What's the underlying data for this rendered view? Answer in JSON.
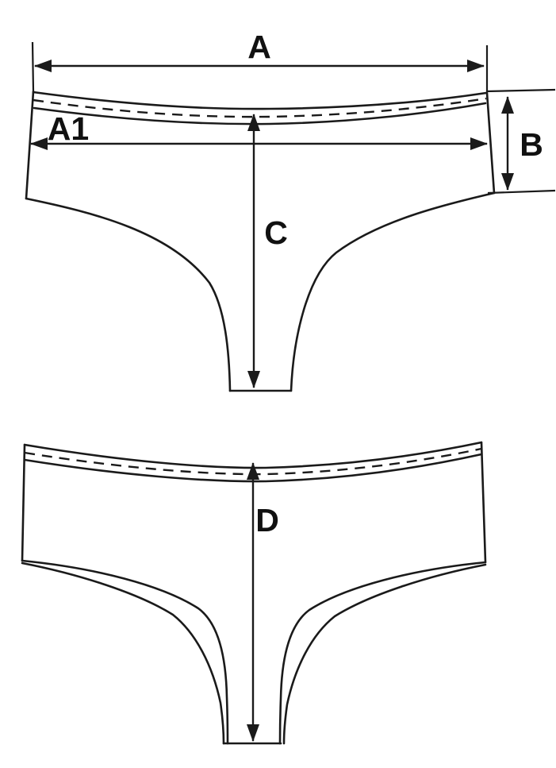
{
  "diagram": {
    "kind": "garment-measurement-line-drawing",
    "background_color": "#ffffff",
    "line_color": "#1a1a1a",
    "label_color": "#111111",
    "measurements_shown": [
      "A",
      "A1",
      "B",
      "C",
      "D"
    ],
    "labels": {
      "a": "A",
      "a1": "A1",
      "b": "B",
      "c": "C",
      "d": "D"
    },
    "views": {
      "front": {
        "measurement_letters": "A, A1, B, C"
      },
      "back": {
        "measurement_letters": "D"
      }
    }
  }
}
